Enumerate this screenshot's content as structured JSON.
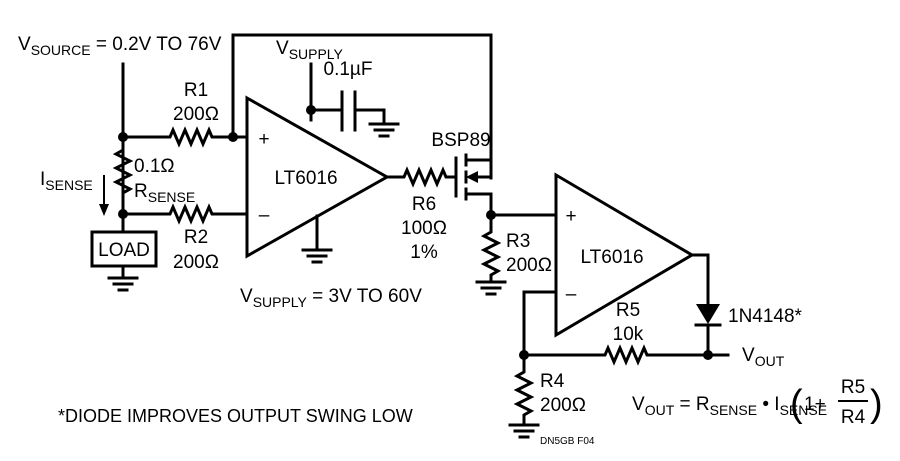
{
  "diagram": {
    "source_label": {
      "main": "V",
      "sub": "SOURCE",
      "rest": " = 0.2V TO 76V"
    },
    "supply_label": {
      "main": "V",
      "sub": "SUPPLY"
    },
    "supply_range_label": {
      "main": "V",
      "sub": "SUPPLY",
      "rest": " = 3V TO 60V"
    },
    "isense_label": {
      "main": "I",
      "sub": "SENSE"
    },
    "rsense": {
      "value": "0.1Ω",
      "main": "R",
      "sub": "SENSE"
    },
    "r1": {
      "name": "R1",
      "value": "200Ω"
    },
    "r2": {
      "name": "R2",
      "value": "200Ω"
    },
    "r3": {
      "name": "R3",
      "value": "200Ω"
    },
    "r4": {
      "name": "R4",
      "value": "200Ω"
    },
    "r5": {
      "name": "R5",
      "value": "10k"
    },
    "r6": {
      "name": "R6",
      "value": "100Ω",
      "tolerance": "1%"
    },
    "capacitor": {
      "value": "0.1µF"
    },
    "opamp1": {
      "name": "LT6016",
      "plus": "+",
      "minus": "–"
    },
    "opamp2": {
      "name": "LT6016",
      "plus": "+",
      "minus": "–"
    },
    "mosfet": {
      "name": "BSP89"
    },
    "diode": {
      "name": "1N4148*"
    },
    "load": {
      "label": "LOAD"
    },
    "vout_label": {
      "main": "V",
      "sub": "OUT"
    },
    "formula": {
      "v": "V",
      "v_sub": "OUT",
      "eq": " = R",
      "r_sub": "SENSE",
      "bullet": " • I",
      "i_sub": "SENSE",
      "one_plus": "1+",
      "num": "R5",
      "den": "R4"
    },
    "footnote": "*DIODE IMPROVES OUTPUT SWING LOW",
    "figure_id": "DN5GB F04"
  }
}
